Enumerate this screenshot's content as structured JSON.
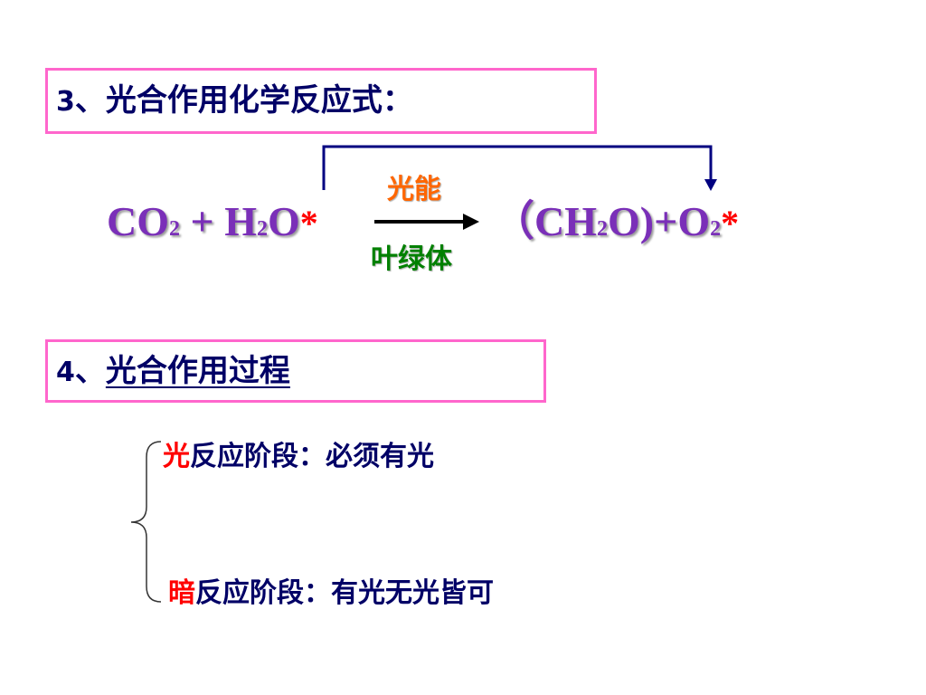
{
  "section3": {
    "number": "3",
    "title": "、光合作用化学反应式："
  },
  "equation": {
    "reactant1": "CO",
    "reactant1_sub": "2",
    "plus1": " + ",
    "reactant2a": "H",
    "reactant2_sub": "2",
    "reactant2b": "O",
    "reactant2_star": "*",
    "condition_top": "光能",
    "condition_bottom": "叶绿体",
    "product1a": "（CH",
    "product1_sub": "2",
    "product1b": "O)",
    "plus2": "+",
    "product2a": "O",
    "product2_sub": "2",
    "product2_star": "*"
  },
  "section4": {
    "number": "4",
    "separator": "、",
    "title": "光合作用过程"
  },
  "stages": [
    {
      "highlight": "光",
      "text": "反应阶段：必须有光"
    },
    {
      "highlight": "暗",
      "text": "反应阶段：有光无光皆可"
    }
  ],
  "colors": {
    "heading": "#000066",
    "box_border": "#ff66cc",
    "formula": "#7a2fb8",
    "star": "#ff0000",
    "condition_top": "#ff6600",
    "condition_bottom": "#008000",
    "highlight": "#ff0000",
    "link_arrow": "#000080"
  }
}
